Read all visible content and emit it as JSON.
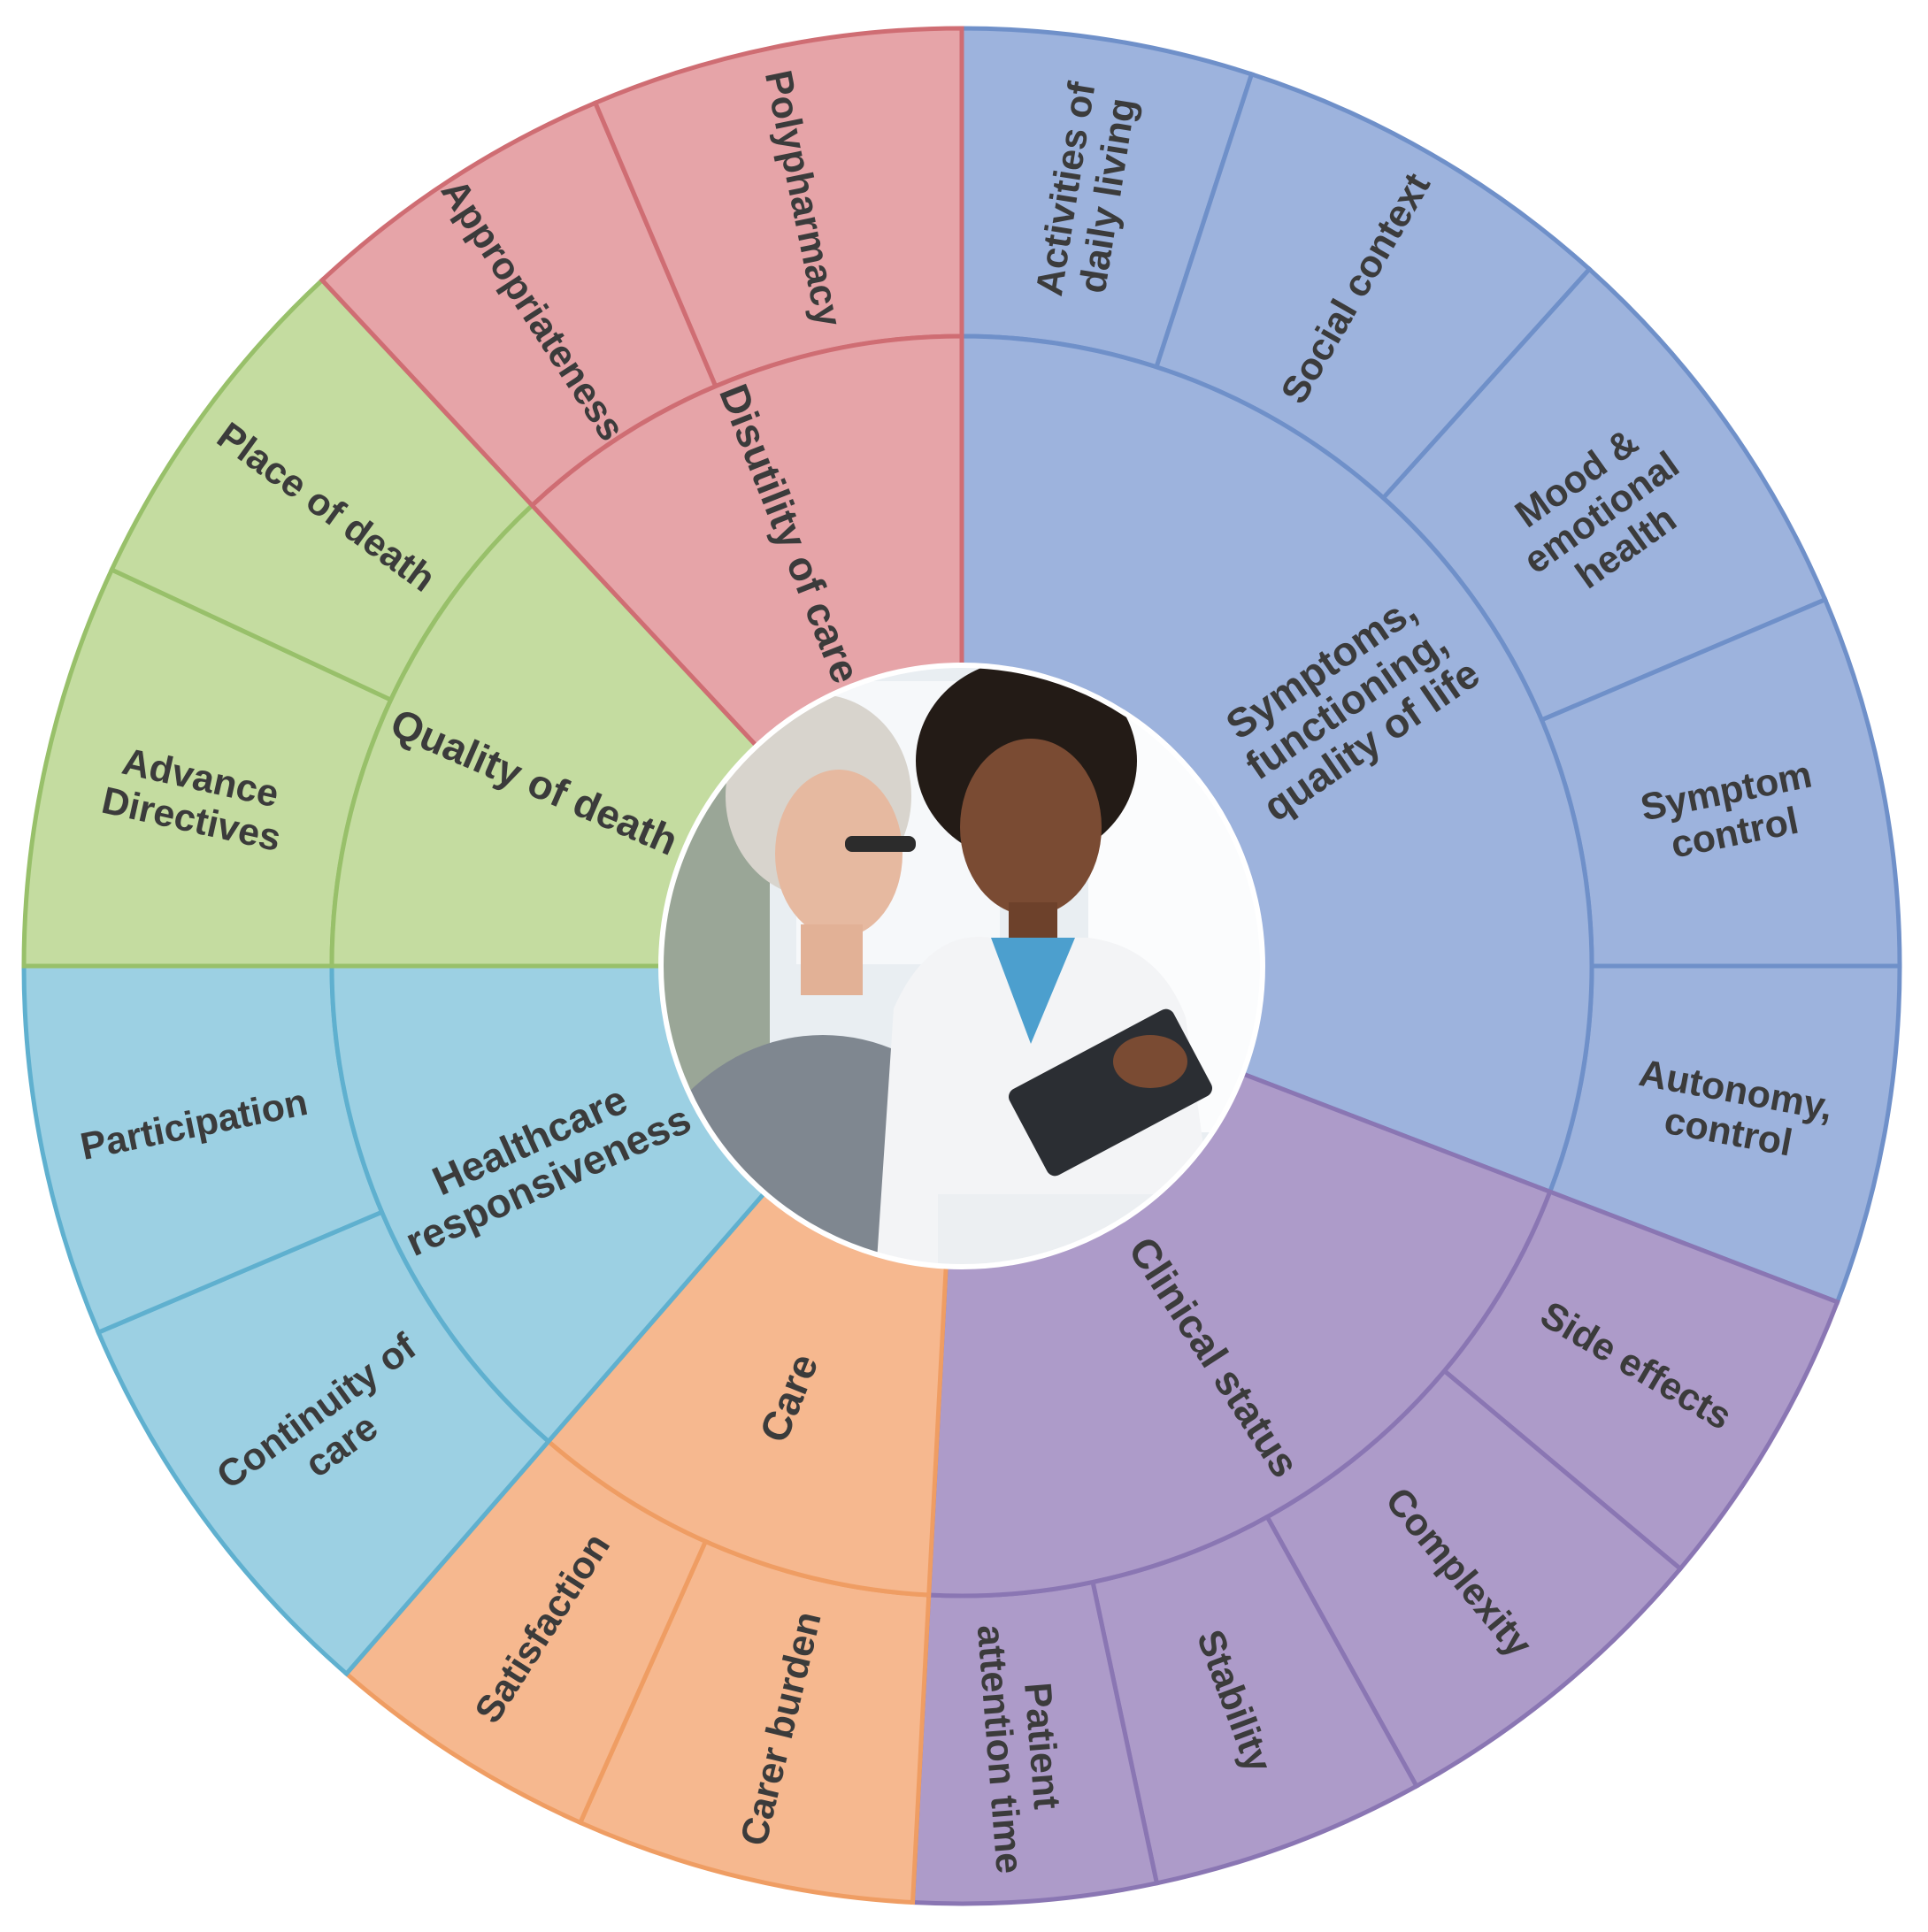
{
  "chart_data": {
    "type": "sunburst",
    "groups": [
      {
        "name": "Symptoms, functioning, quality of life",
        "label_lines": [
          "Symptoms,",
          "functioning,",
          "quality of life"
        ],
        "color": "#9db3dd",
        "edge": "#6f90c9",
        "children": [
          {
            "name": "Activities of daily living",
            "label_lines": [
              "Activities of",
              "daily living"
            ]
          },
          {
            "name": "Social context",
            "label_lines": [
              "Social context"
            ]
          },
          {
            "name": "Mood & emotional health",
            "label_lines": [
              "Mood &",
              "emotional",
              "health"
            ]
          },
          {
            "name": "Symptom control",
            "label_lines": [
              "Symptom",
              "control"
            ]
          },
          {
            "name": "Autonomy, control",
            "label_lines": [
              "Autonomy,",
              "control"
            ]
          }
        ]
      },
      {
        "name": "Clinical status",
        "label_lines": [
          "Clinical status"
        ],
        "color": "#ad9bc9",
        "edge": "#8a76b3",
        "children": [
          {
            "name": "Side effects",
            "label_lines": [
              "Side effects"
            ]
          },
          {
            "name": "Complexity",
            "label_lines": [
              "Complexity"
            ]
          },
          {
            "name": "Stability",
            "label_lines": [
              "Stability"
            ]
          },
          {
            "name": "Patient attention time",
            "label_lines": [
              "Patient",
              "attention time"
            ]
          }
        ]
      },
      {
        "name": "Care",
        "label_lines": [
          "Care"
        ],
        "color": "#f6b88f",
        "edge": "#ef9d63",
        "children": [
          {
            "name": "Carer burden",
            "label_lines": [
              "Carer burden"
            ]
          },
          {
            "name": "Satisfaction",
            "label_lines": [
              "Satisfaction"
            ]
          }
        ]
      },
      {
        "name": "Healthcare responsiveness",
        "label_lines": [
          "Healthcare",
          "responsiveness"
        ],
        "color": "#9cd0e3",
        "edge": "#5fb0cf",
        "children": [
          {
            "name": "Continuity of care",
            "label_lines": [
              "Continuity of",
              "care"
            ]
          },
          {
            "name": "Participation",
            "label_lines": [
              "Participation"
            ]
          }
        ]
      },
      {
        "name": "Quality of death",
        "label_lines": [
          "Quality of death"
        ],
        "color": "#c4dca0",
        "edge": "#98c06a",
        "children": [
          {
            "name": "Advance Directives",
            "label_lines": [
              "Advance",
              "Directives"
            ]
          },
          {
            "name": "Place of death",
            "label_lines": [
              "Place of death"
            ]
          }
        ]
      },
      {
        "name": "Disutility of care",
        "label_lines": [
          "Disutility of care"
        ],
        "color": "#e6a4a8",
        "edge": "#cf6d73",
        "children": [
          {
            "name": "Appropriateness",
            "label_lines": [
              "Appropriateness"
            ]
          },
          {
            "name": "Polypharmacy",
            "label_lines": [
              "Polypharmacy"
            ]
          }
        ]
      }
    ]
  },
  "center_photo": {
    "icon": "clinician-patient-photo"
  }
}
